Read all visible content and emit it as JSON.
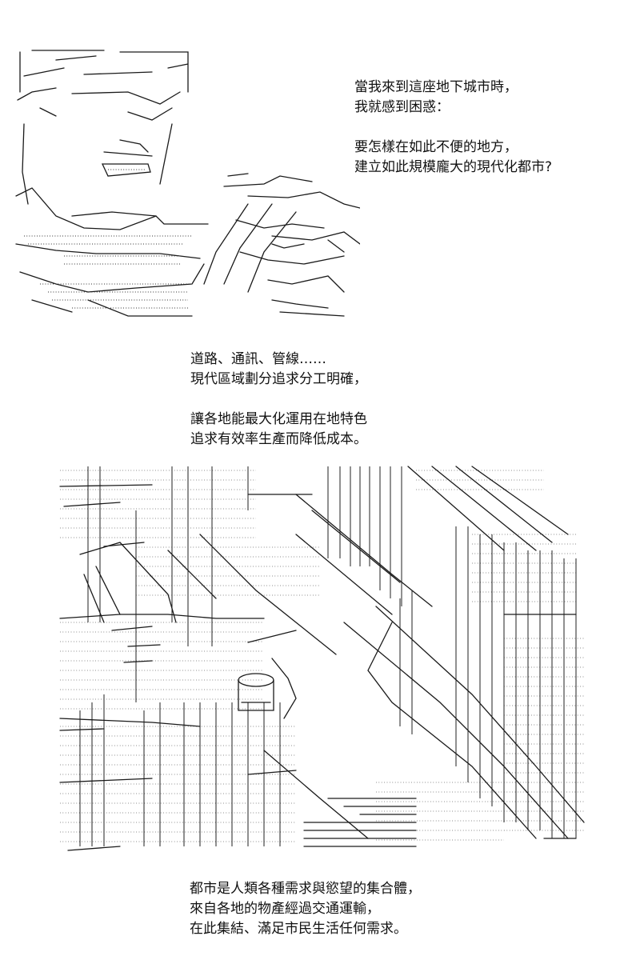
{
  "panel1": {
    "lines": [
      "當我來到這座地下城市時，",
      "我就感到困惑：",
      "",
      "要怎樣在如此不便的地方，",
      "建立如此規模龐大的現代化都市?"
    ]
  },
  "panel2": {
    "lines": [
      "道路、通訊、管線……",
      "現代區域劃分追求分工明確，",
      "",
      "讓各地能最大化運用在地特色",
      "追求有效率生產而降低成本。"
    ]
  },
  "panel3": {
    "lines": [
      "都市是人類各種需求與慾望的集合體，",
      "來自各地的物產經過交通運輸，",
      "在此集結、滿足市民生活任何需求。"
    ]
  }
}
